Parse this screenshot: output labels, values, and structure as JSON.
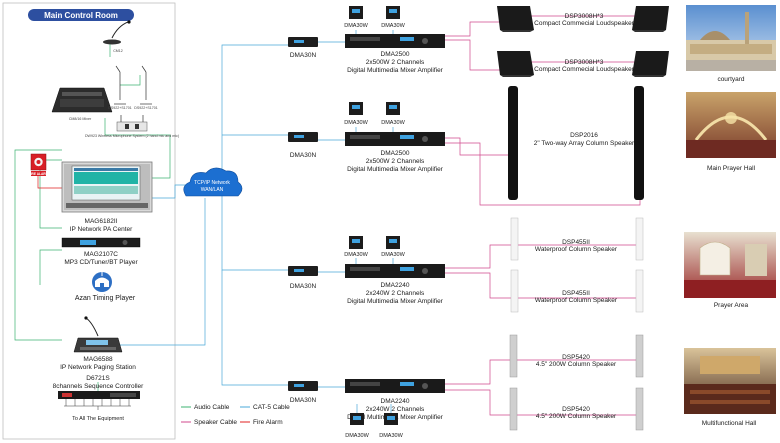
{
  "main_room": {
    "title": "Main Control Room"
  },
  "devices": {
    "chairman_mic": "CM12",
    "mixer": "CM8/16 Mixer",
    "wireless_mic": "DW923 Wireless Microphone System (2 hand mic and mic)",
    "mic_stand_1": "DS922+S1701",
    "mic_stand_2": "DS922+S1701",
    "fire_panel": "FIRE ALARM",
    "pa_center_model": "MAG6182II",
    "pa_center_name": "IP Network PA Center",
    "mp3_model": "MAG2107C",
    "mp3_name": "MP3 CD/Tuner/BT Player",
    "azan": "Azan Timing  Player",
    "paging_model": "MAG6588",
    "paging_name": "IP Network Paging  Station",
    "sequencer_model": "D6721S",
    "sequencer_name": "8channels Sequence Controller",
    "sequencer_note": "To All The Equipment"
  },
  "network": {
    "line1": "TCP/IP Network",
    "line2": "WAN/LAN"
  },
  "zones": [
    {
      "terminal": "DMA30N",
      "panel_a": "DMA30W",
      "panel_b": "DMA30W",
      "amp_model": "DMA2500",
      "amp_spec": "2x500W 2 Channels",
      "amp_desc": "Digital Multimedia Mixer Amplifier"
    },
    {
      "terminal": "DMA30N",
      "panel_a": "DMA30W",
      "panel_b": "DMA30W",
      "amp_model": "DMA2500",
      "amp_spec": "2x500W 2 Channels",
      "amp_desc": "Digital Multimedia Mixer Amplifier"
    },
    {
      "terminal": "DMA30N",
      "panel_a": "DMA30W",
      "panel_b": "DMA30W",
      "amp_model": "DMA2240",
      "amp_spec": "2x240W 2 Channels",
      "amp_desc": "Digital Multimedia Mixer Amplifier"
    },
    {
      "terminal": "DMA30N",
      "panel_a": "DMA30W",
      "panel_b": "DMA30W",
      "amp_model": "DMA2240",
      "amp_spec": "2x240W 2 Channels",
      "amp_desc": "Digital Multimedia Mixer Amplifier"
    }
  ],
  "speakers": [
    {
      "model": "DSP3008H*3",
      "desc": "Compact  Commecial Loudspeaker"
    },
    {
      "model": "DSP3008H*3",
      "desc": "Compact  Commecial Loudspeaker"
    },
    {
      "model": "DSP2016",
      "desc": "2\" Two-way Array Column Speaker"
    },
    {
      "model": "DSP455II",
      "desc": "Waterproof Column Speaker"
    },
    {
      "model": "DSP455II",
      "desc": "Waterproof Column Speaker"
    },
    {
      "model": "DSP5420",
      "desc": "4.5\" 200W Column Speaker"
    },
    {
      "model": "DSP5420",
      "desc": "4.5\" 200W Column Speaker"
    }
  ],
  "areas": [
    "courtyard",
    "Main Prayer Hall",
    "Prayer Area",
    "Multifunctional Hall"
  ],
  "legend": {
    "audio": "Audio Cable",
    "cat5": "CAT-5 Cable",
    "speaker": "Speaker Cable",
    "fire": "Fire Alarm"
  },
  "colors": {
    "audio_cable": "#3cb371",
    "cat5_cable": "#4aa8d8",
    "speaker_cable": "#d0488c",
    "fire_alarm": "#e02020",
    "cloud": "#1c6fd1",
    "room_title_bg": "#2d4fa0"
  }
}
